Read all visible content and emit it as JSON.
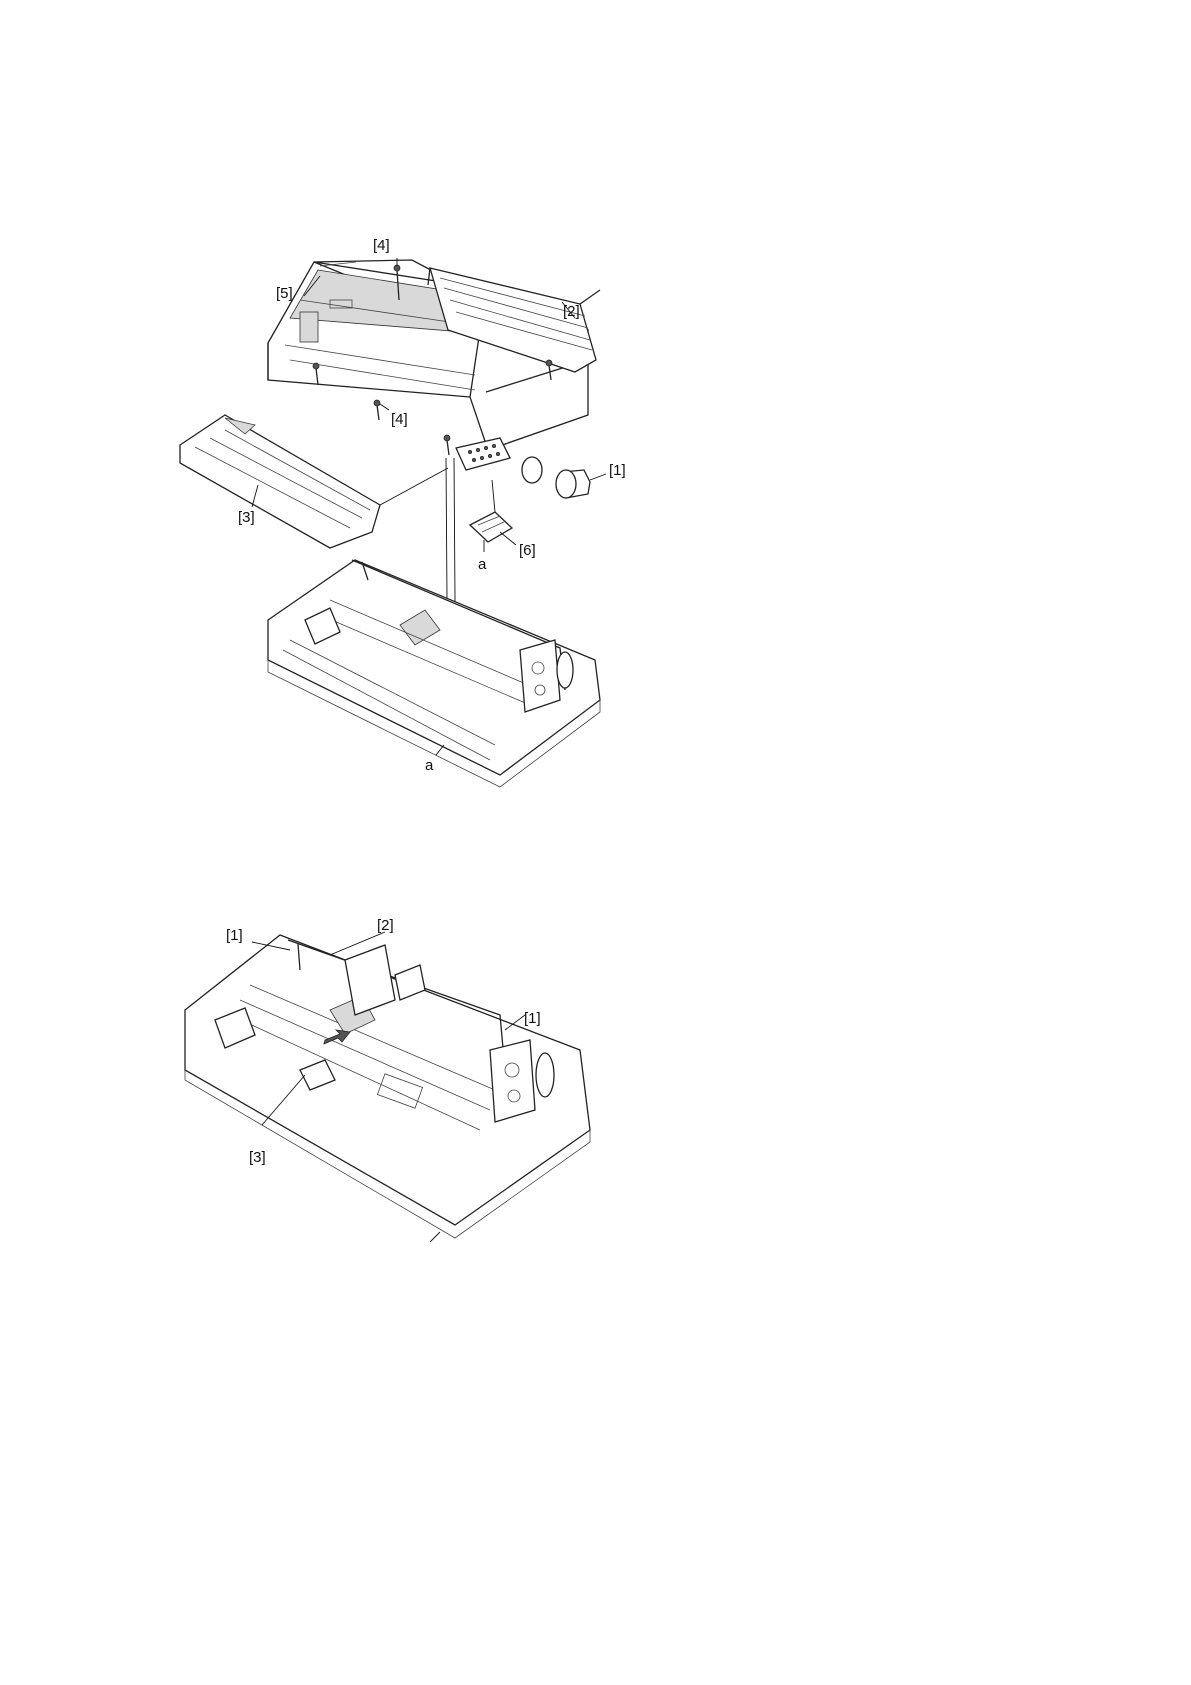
{
  "figure_top": {
    "callouts": {
      "c1": "[1]",
      "c2": "[2]",
      "c3": "[3]",
      "c4a": "[4]",
      "c4b": "[4]",
      "c5": "[5]",
      "c6": "[6]",
      "ca_board": "a",
      "ca_base": "a"
    }
  },
  "figure_bottom": {
    "callouts": {
      "c1a": "[1]",
      "c1b": "[1]",
      "c2": "[2]",
      "c3": "[3]"
    }
  }
}
